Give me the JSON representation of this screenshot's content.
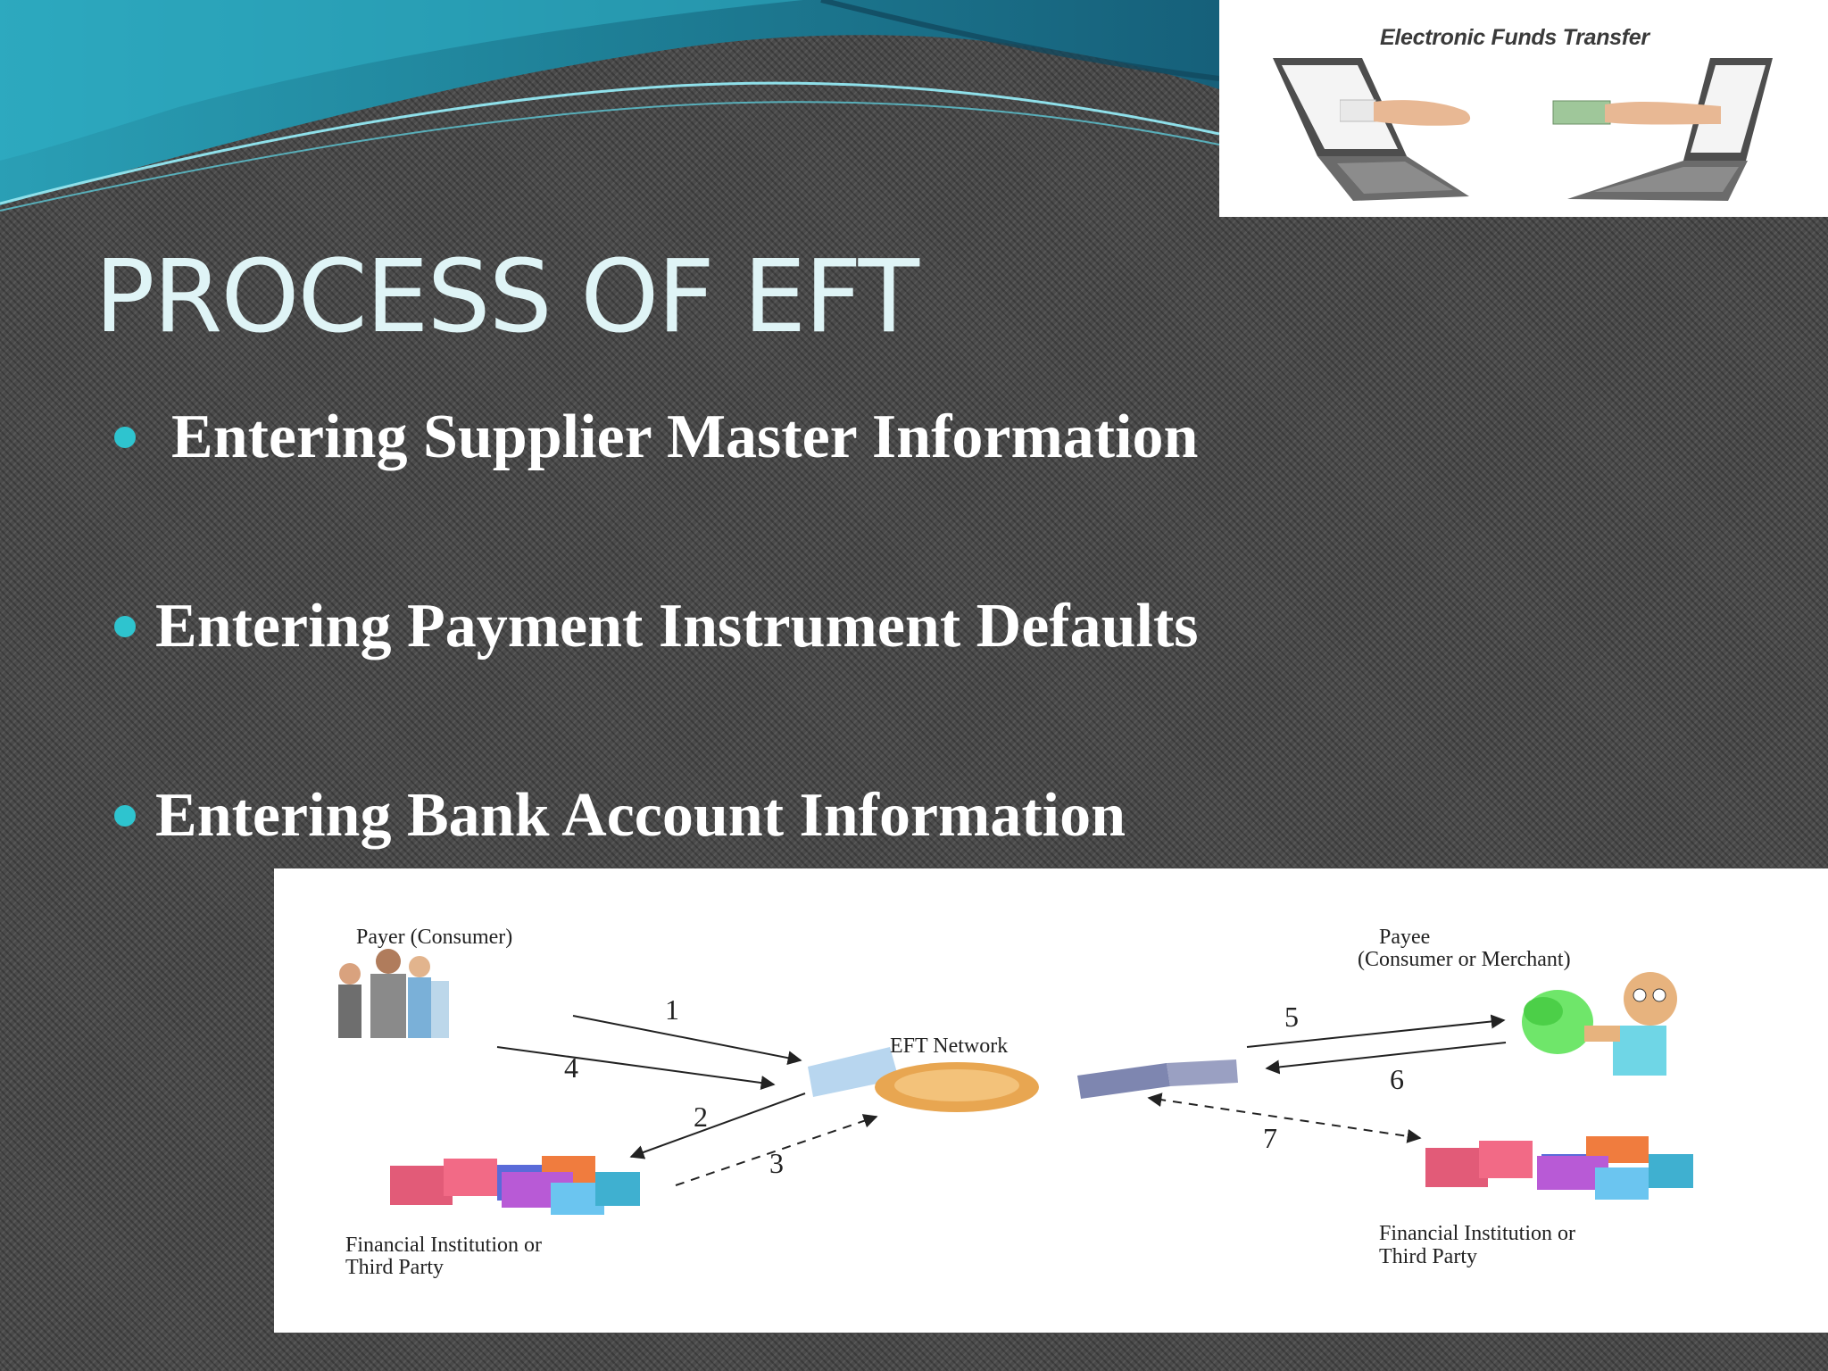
{
  "slide": {
    "title": "PROCESS OF EFT",
    "bullets": [
      "Entering Supplier Master Information",
      "Entering Payment Instrument Defaults",
      "Entering Bank Account Information"
    ],
    "colors": {
      "background": "#4a4a4a",
      "title": "#dff4f6",
      "bullet_dot": "#2ec4cf",
      "bullet_text": "#ffffff",
      "wave_teal": "#1e7f96"
    }
  },
  "photo": {
    "caption": "Electronic Funds Transfer",
    "icons": [
      "laptop-icon",
      "laptop-icon",
      "hand-icon",
      "banknote-icon"
    ]
  },
  "diagram": {
    "payer_label": "Payer (Consumer)",
    "payee_label_line1": "Payee",
    "payee_label_line2": "(Consumer or Merchant)",
    "network_label": "EFT Network",
    "left_institution_line1": "Financial Institution or",
    "left_institution_line2": "Third Party",
    "right_institution_line1": "Financial Institution or",
    "right_institution_line2": "Third Party",
    "step_numbers": [
      "1",
      "2",
      "3",
      "4",
      "5",
      "6",
      "7"
    ],
    "icons": [
      "people-icon",
      "handshake-icon",
      "merchant-icon",
      "bank-buildings-icon",
      "bank-buildings-icon"
    ]
  }
}
